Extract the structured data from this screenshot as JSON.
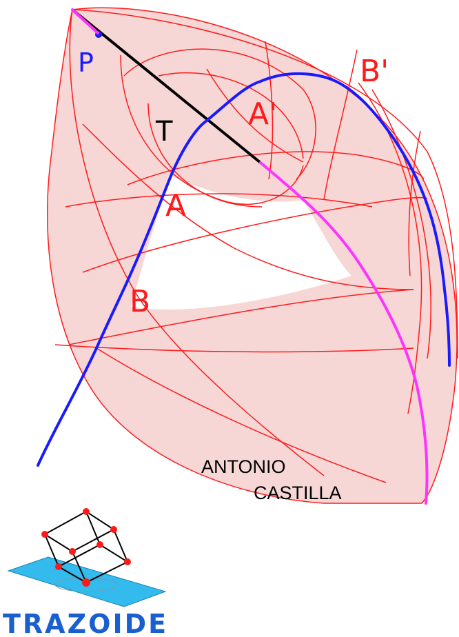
{
  "diagram": {
    "labels": {
      "p": "P",
      "t": "T",
      "a": "A",
      "a_prime": "A'",
      "b": "B",
      "b_prime": "B'"
    },
    "signature": {
      "line1": "ANTONIO",
      "line2": "CASTILLA"
    },
    "colors": {
      "sphere_fill": "#f7d6d6",
      "construction_lines": "#ff1a1a",
      "curve_main": "#1a1aff",
      "meridian": "#ff33ff",
      "segment": "#000000"
    }
  },
  "logo": {
    "text": "TRAZOIDE",
    "icon": "cube-on-plane-icon",
    "colors": {
      "plane": "#33bbee",
      "vertices": "#ff1a1a",
      "text": "#1a5fd0"
    }
  }
}
